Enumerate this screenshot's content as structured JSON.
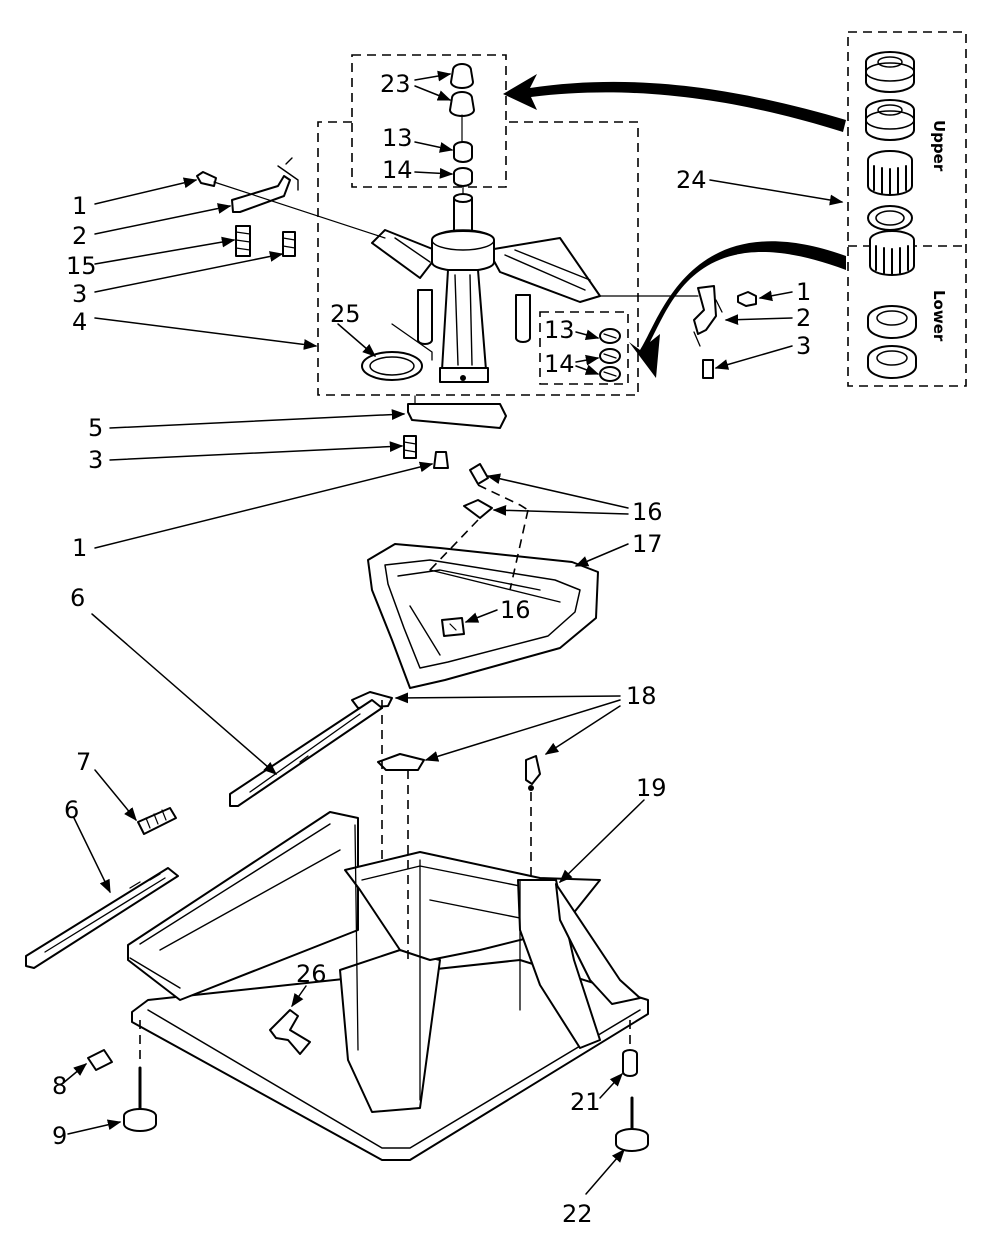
{
  "labels": {
    "l1a": "1",
    "l2a": "2",
    "l15": "15",
    "l3a": "3",
    "l4": "4",
    "l25": "25",
    "l23": "23",
    "l13a": "13",
    "l14a": "14",
    "l24": "24",
    "l1b": "1",
    "l2b": "2",
    "l3b": "3",
    "l13b": "13",
    "l14b": "14",
    "l5": "5",
    "l3c": "3",
    "l1c": "1",
    "l16a": "16",
    "l17": "17",
    "l16b": "16",
    "l6a": "6",
    "l18": "18",
    "l7": "7",
    "l6b": "6",
    "l19": "19",
    "l26": "26",
    "l8": "8",
    "l9": "9",
    "l21": "21",
    "l22": "22"
  },
  "inset": {
    "upper": "Upper",
    "lower": "Lower"
  }
}
